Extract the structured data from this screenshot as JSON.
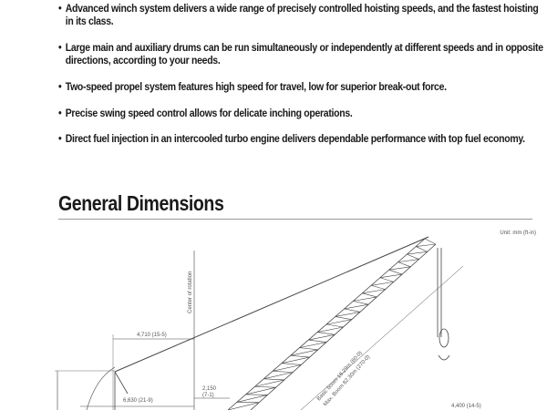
{
  "features": [
    "Advanced winch system delivers a wide range of precisely controlled hoisting speeds, and the fastest hoisting in its class.",
    "Large main and auxiliary drums can be run simultaneously or independently at different speeds and in opposite directions, according to your needs.",
    "Two-speed propel system features high speed for travel, low for superior break-out force.",
    "Precise swing speed control allows for delicate inching operations.",
    "Direct fuel injection in an intercooled turbo engine delivers dependable performance with top fuel economy."
  ],
  "section_title": "General Dimensions",
  "diagram": {
    "unit": "Unit: mm (ft-in)",
    "center_label": "Center of rotation",
    "dim_4710": "4,710 (15-5)",
    "dim_2150a": "2,150",
    "dim_2150b": "(7-1)",
    "dim_6630": "6,630 (21-9)",
    "dim_4400": "4,400 (14-5)",
    "basic_boom": "Basic boom 18.29m (60-0)",
    "max_boom": "Max. Boom 82.30m (270-0)"
  }
}
